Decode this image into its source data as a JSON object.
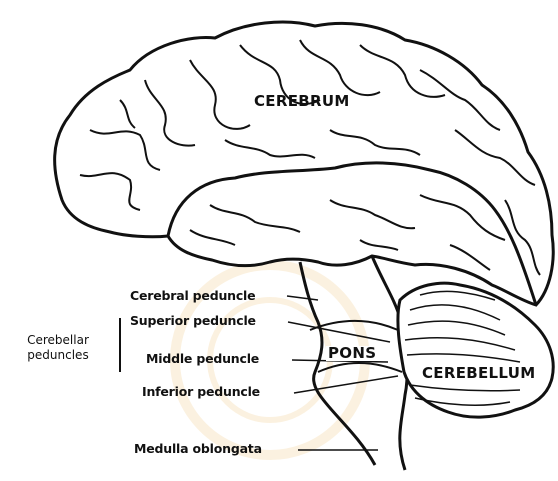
{
  "colors": {
    "ink": "#111111",
    "paper": "#ffffff",
    "watermark": "#f4d9a8"
  },
  "labels": {
    "cerebrum": "CEREBRUM",
    "pons": "PONS",
    "cerebellum": "CEREBELLUM",
    "cerebral_peduncle": "Cerebral peduncle",
    "superior_peduncle": "Superior peduncle",
    "middle_peduncle": "Middle peduncle",
    "inferior_peduncle": "Inferior peduncle",
    "medulla_oblongata": "Medulla oblongata",
    "cerebellar_peduncles_line1": "Cerebellar",
    "cerebellar_peduncles_line2": "peduncles"
  }
}
